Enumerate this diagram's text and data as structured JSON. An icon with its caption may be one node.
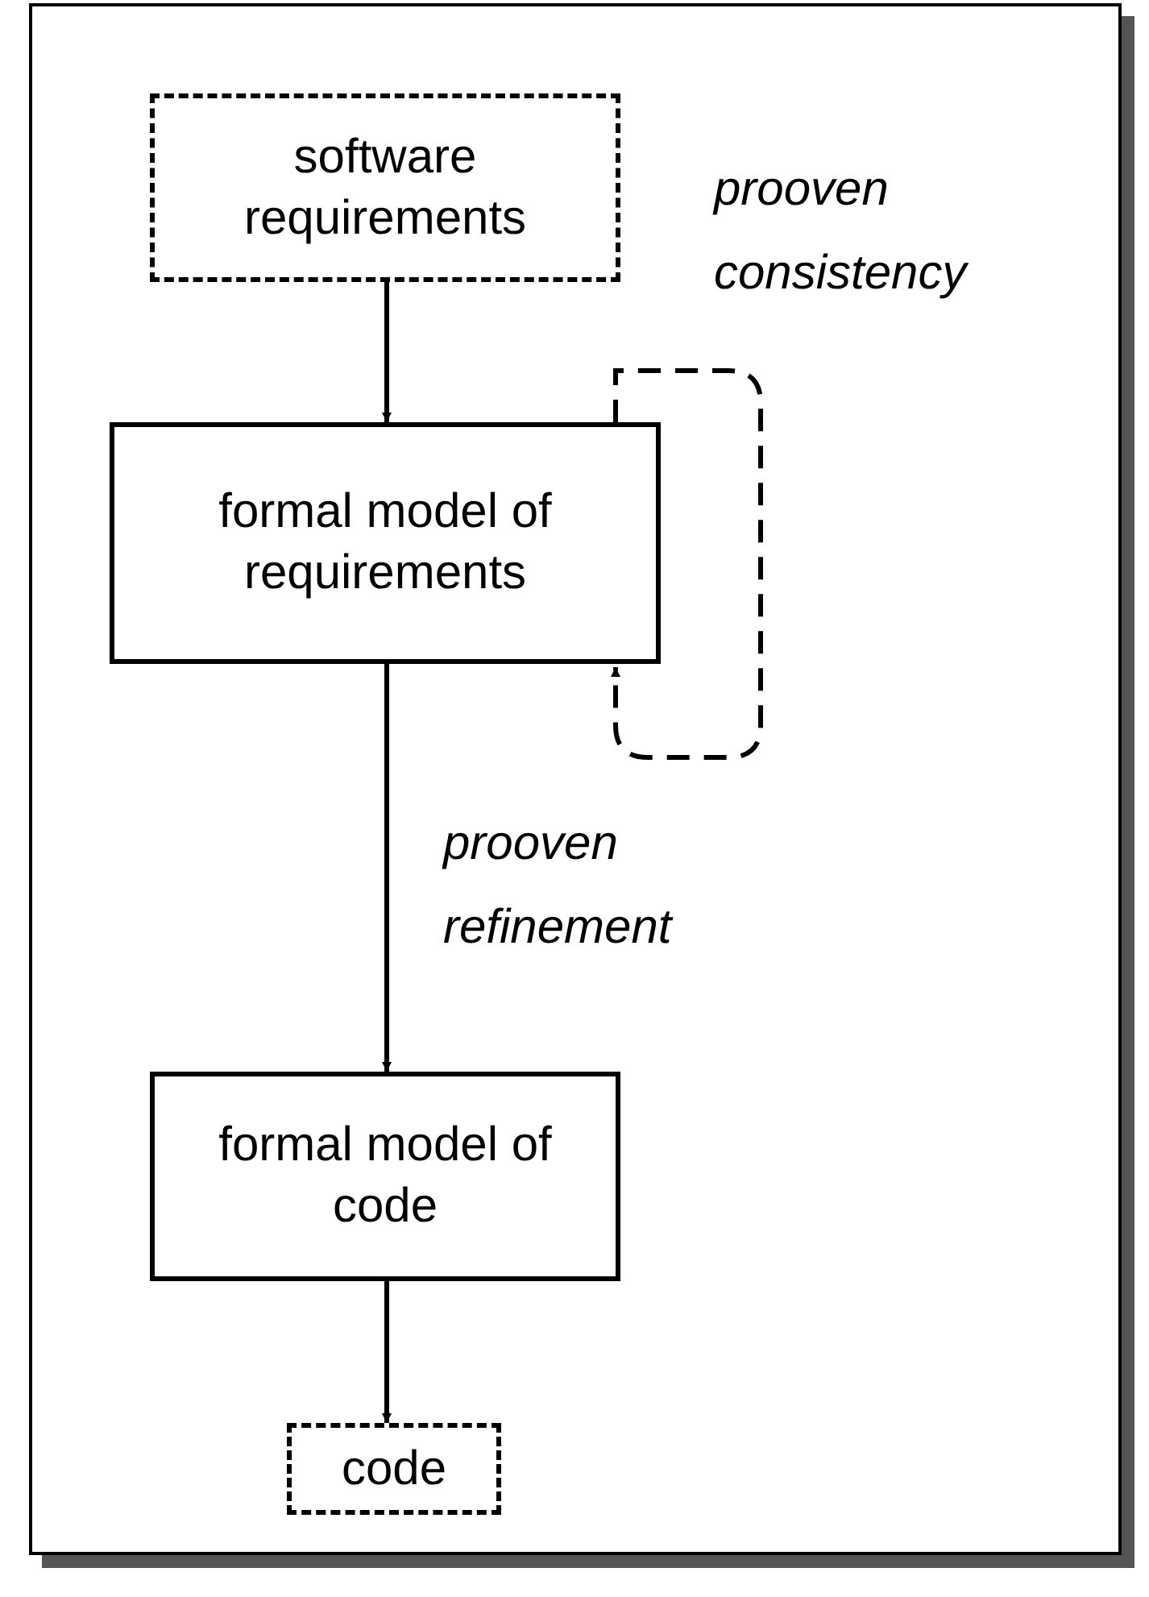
{
  "diagram": {
    "nodes": [
      {
        "text": [
          "software requirements"
        ]
      },
      {
        "text": [
          "formal model of requirements"
        ]
      },
      {
        "text": [
          "formal model of code"
        ]
      },
      {
        "text": [
          "code"
        ]
      }
    ],
    "edges": [
      {
        "from": 0,
        "to": 1,
        "arrow": "to"
      },
      {
        "from": 1,
        "to": 1,
        "arrow": "to",
        "label": "prooven consistency",
        "style": "dashed"
      },
      {
        "from": 1,
        "to": 2,
        "arrow": "to",
        "label": "prooven refinement"
      },
      {
        "from": 2,
        "to": 3,
        "arrow": "to"
      }
    ]
  }
}
